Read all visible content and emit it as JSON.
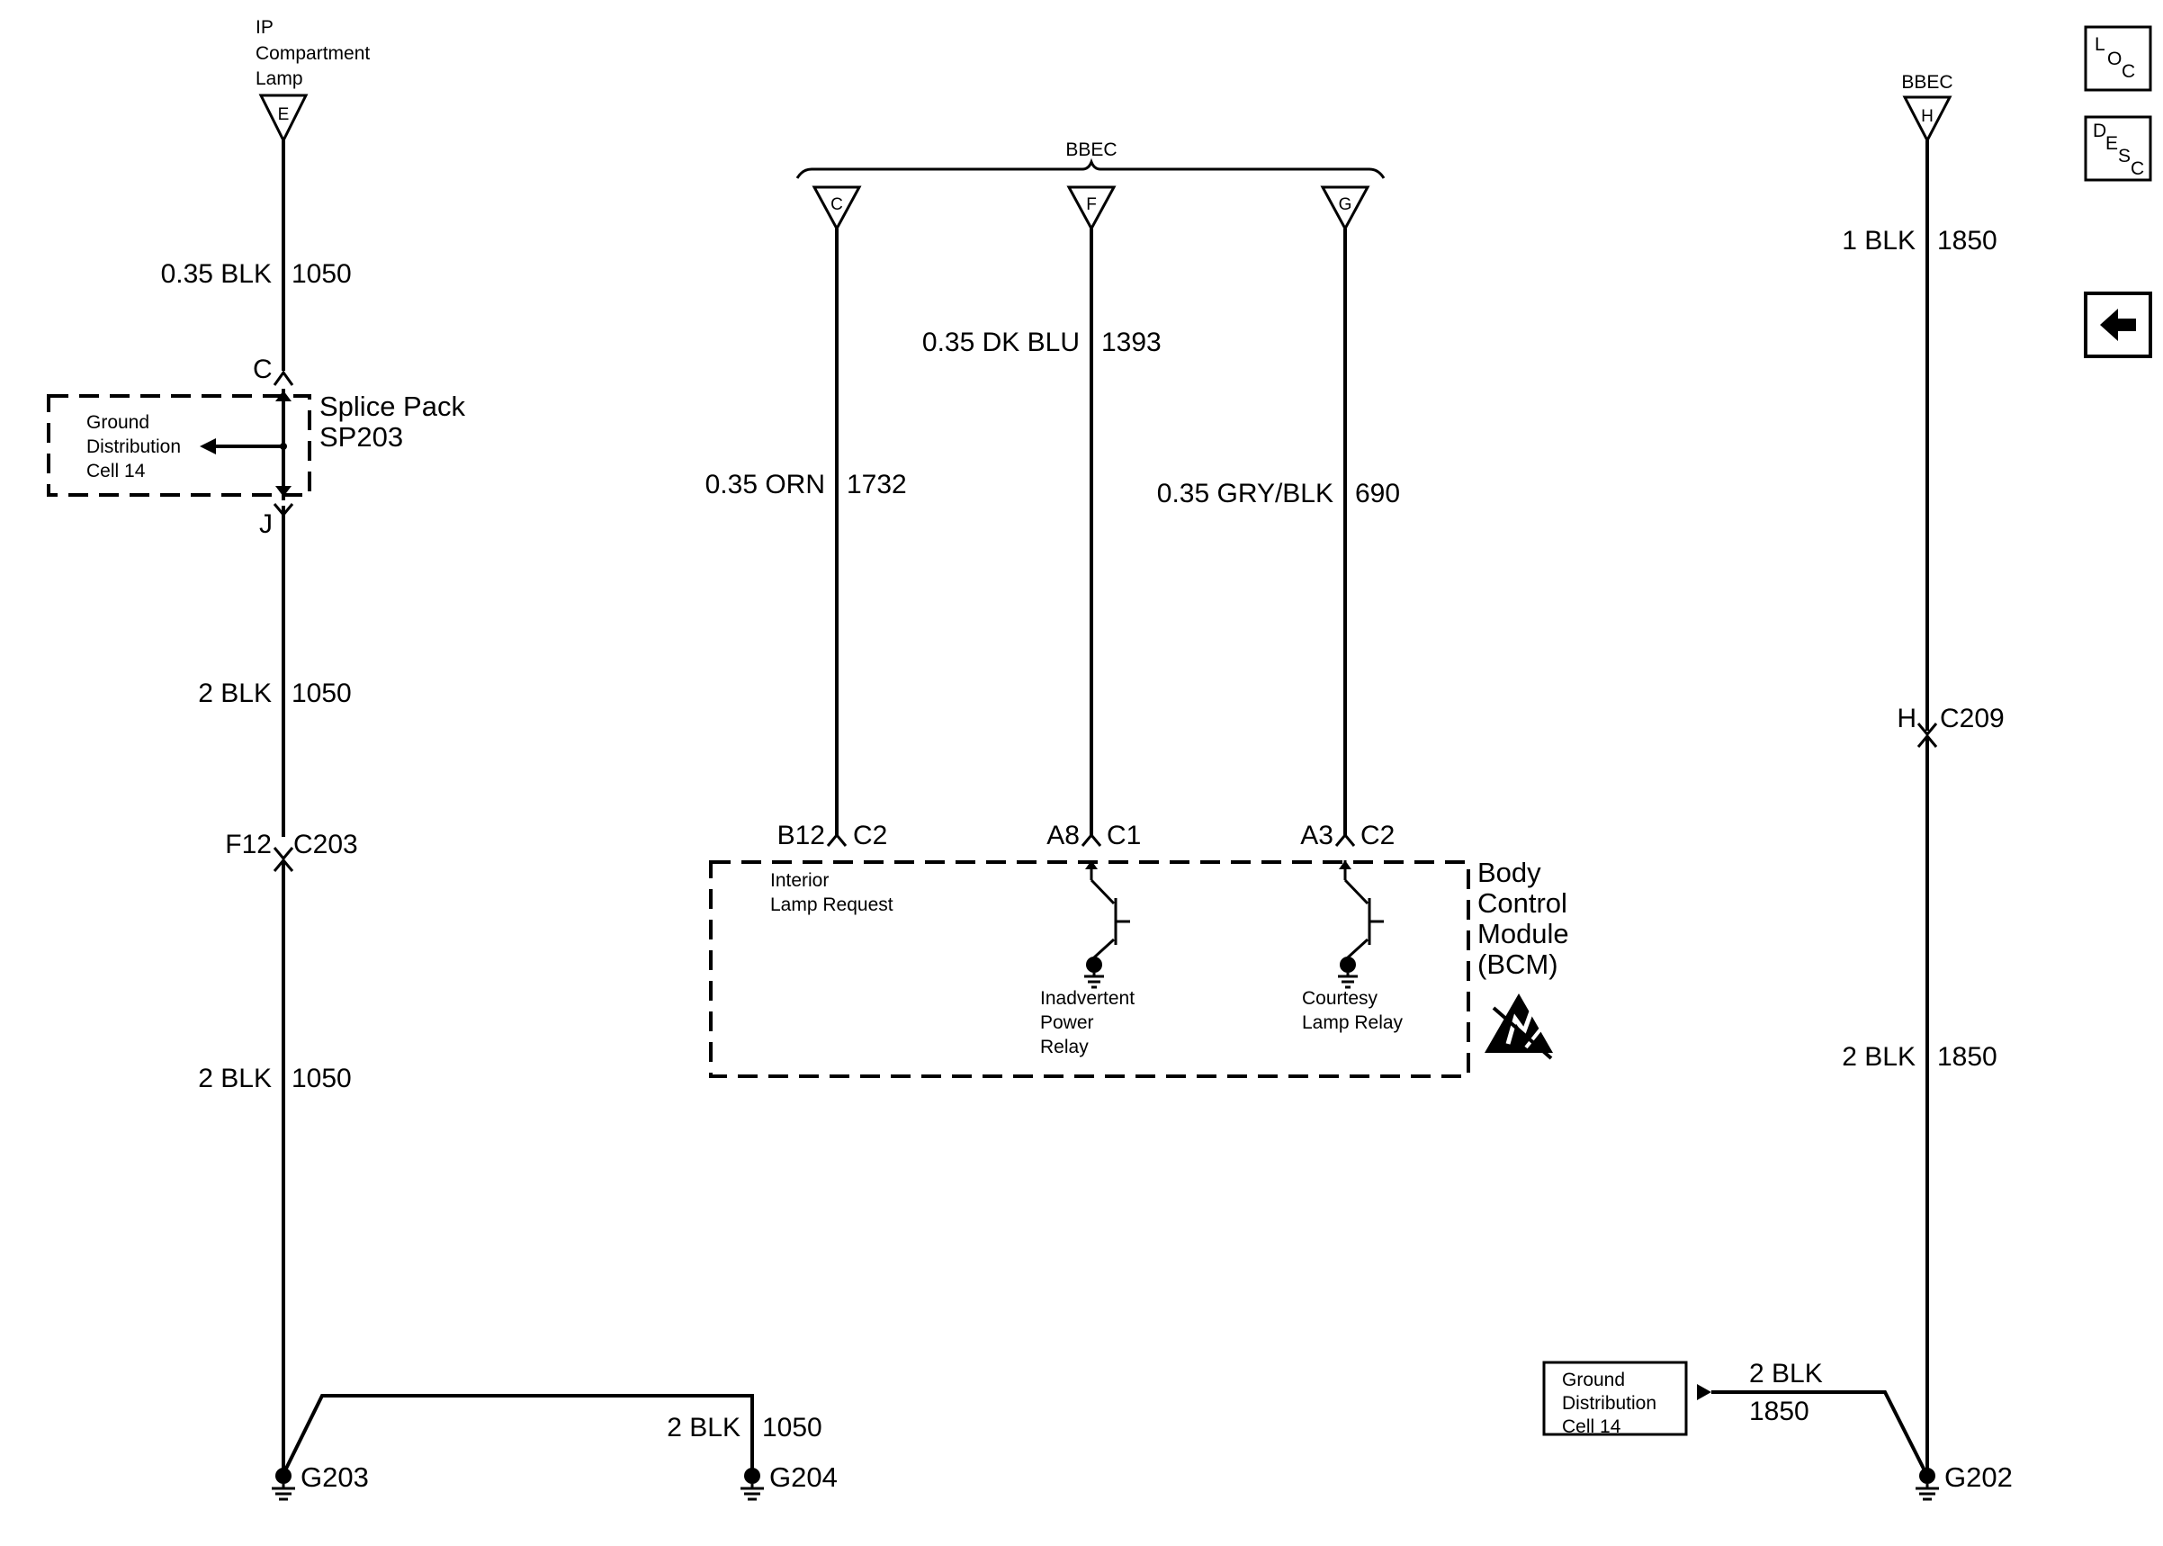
{
  "nav": {
    "loc": [
      "L",
      "O",
      "C"
    ],
    "desc": [
      "D",
      "E",
      "S",
      "C"
    ],
    "back_icon": "left-arrow-icon"
  },
  "left": {
    "source_label": [
      "IP",
      "Compartment",
      "Lamp"
    ],
    "source_pin": "E",
    "wire1": {
      "gauge": "0.35 BLK",
      "circuit": "1050"
    },
    "splice": {
      "name": [
        "Splice Pack",
        "SP203"
      ],
      "top_pin": "C",
      "bottom_pin": "J",
      "ground_ref": [
        "Ground",
        "Distribution",
        "Cell 14"
      ]
    },
    "wire2": {
      "gauge": "2 BLK",
      "circuit": "1050"
    },
    "connector": {
      "pin": "F12",
      "name": "C203"
    },
    "wire3": {
      "gauge": "2 BLK",
      "circuit": "1050"
    },
    "wire4": {
      "gauge": "2 BLK",
      "circuit": "1050"
    },
    "ground_a": "G203",
    "ground_b": "G204"
  },
  "center": {
    "bus_label": "BBEC",
    "pins": [
      "C",
      "F",
      "G"
    ],
    "wires": [
      {
        "gauge": "0.35 ORN",
        "circuit": "1732"
      },
      {
        "gauge": "0.35 DK BLU",
        "circuit": "1393"
      },
      {
        "gauge": "0.35 GRY/BLK",
        "circuit": "690"
      }
    ],
    "bcm_pins": [
      {
        "pin": "B12",
        "connector": "C2"
      },
      {
        "pin": "A8",
        "connector": "C1"
      },
      {
        "pin": "A3",
        "connector": "C2"
      }
    ],
    "bcm_name": [
      "Body",
      "Control",
      "Module",
      "(BCM)"
    ],
    "inputs": [
      {
        "label": [
          "Interior",
          "Lamp Request"
        ]
      },
      {
        "label": [
          "Inadvertent",
          "Power",
          "Relay"
        ]
      },
      {
        "label": [
          "Courtesy",
          "Lamp Relay"
        ]
      }
    ],
    "esd_icon": "esd-warning-icon"
  },
  "right": {
    "source_label": "BBEC",
    "source_pin": "H",
    "wire1": {
      "gauge": "1 BLK",
      "circuit": "1850"
    },
    "connector": {
      "pin": "H",
      "name": "C209"
    },
    "wire2": {
      "gauge": "2 BLK",
      "circuit": "1850"
    },
    "ground_ref": [
      "Ground",
      "Distribution",
      "Cell 14"
    ],
    "wire3": {
      "gauge": "2 BLK",
      "circuit": "1850"
    },
    "ground": "G202"
  }
}
